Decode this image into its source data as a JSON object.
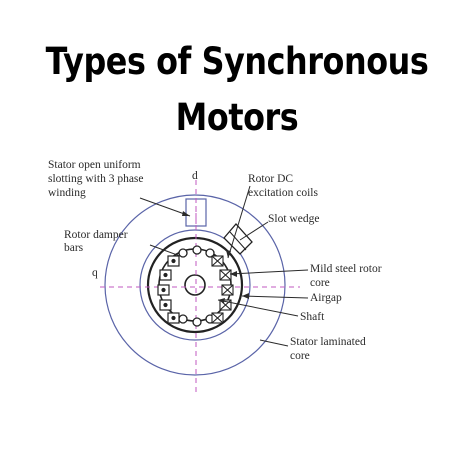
{
  "title": {
    "line1": "Types of Synchronous",
    "line2": "Motors"
  },
  "diagram": {
    "axis_d": "d",
    "axis_q": "q",
    "labels": {
      "stator_slotting": [
        "Stator open uniform",
        "slotting with 3 phase",
        "winding"
      ],
      "rotor_dc": [
        "Rotor DC",
        "excitation coils"
      ],
      "slot_wedge": "Slot wedge",
      "rotor_damper": [
        "Rotor damper",
        "bars"
      ],
      "mild_steel": [
        "Mild steel rotor",
        "core"
      ],
      "airgap": "Airgap",
      "shaft": "Shaft",
      "stator_laminated": [
        "Stator laminated",
        "core"
      ]
    }
  },
  "colors": {
    "stator_outline": "#5a64a8",
    "axis_line": "#c05ac0",
    "ink": "#2a2a2a"
  }
}
